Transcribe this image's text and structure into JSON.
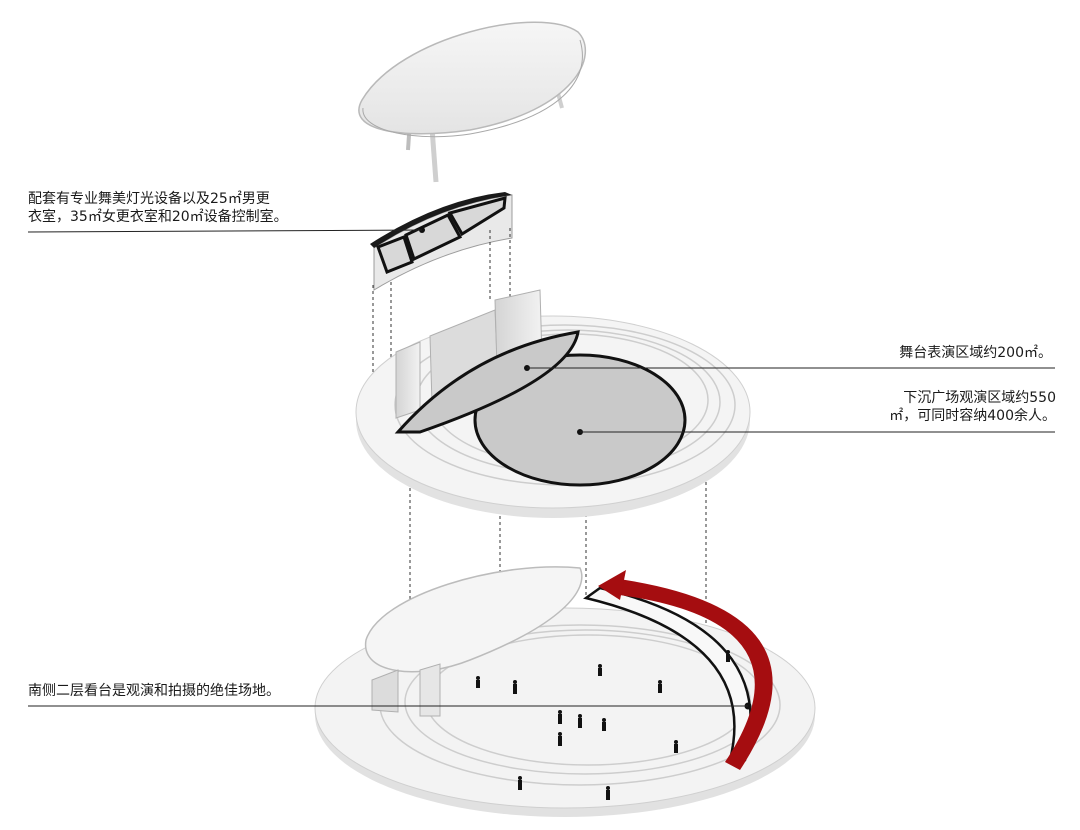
{
  "annotations": {
    "rooms": {
      "line1": "配套有专业舞美灯光设备以及25㎡男更",
      "line2": "衣室，35㎡女更衣室和20㎡设备控制室。"
    },
    "stage": {
      "line1": "舞台表演区域约200㎡。"
    },
    "plaza": {
      "line1": "下沉广场观演区域约550",
      "line2": "㎡，可同时容纳400余人。"
    },
    "stands": {
      "line1": "南侧二层看台是观演和拍摄的绝佳场地。"
    }
  },
  "colors": {
    "accent_arrow": "#a50d10",
    "stage_fill": "#c9c9c9",
    "surface": "#efefef",
    "outline": "#111111"
  }
}
